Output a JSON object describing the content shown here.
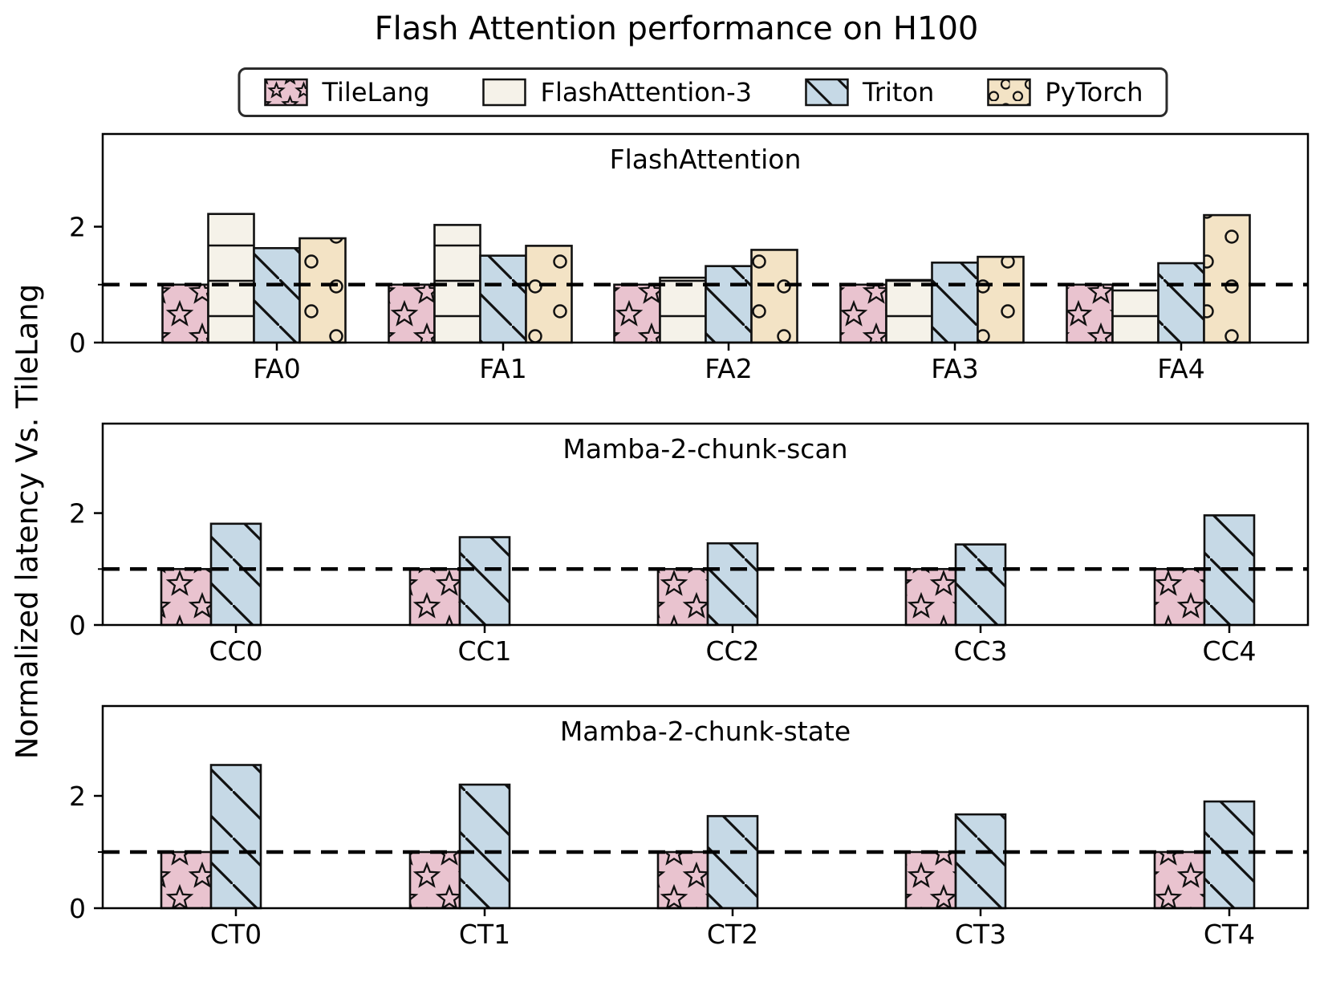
{
  "figure": {
    "title": "Flash Attention performance on H100"
  },
  "y_axis": {
    "label": "Normalized latency Vs. TileLang"
  },
  "legend": {
    "position": "top",
    "items": [
      {
        "label": "TileLang",
        "color": "#e9c3cf",
        "hatch": "star"
      },
      {
        "label": "FlashAttention-3",
        "color": "#f5f2e9",
        "hatch": "hline"
      },
      {
        "label": "Triton",
        "color": "#c6d9e6",
        "hatch": "diag"
      },
      {
        "label": "PyTorch",
        "color": "#f3e3c5",
        "hatch": "dot"
      }
    ]
  },
  "chart_data": [
    {
      "type": "bar",
      "title": "FlashAttention",
      "categories": [
        "FA0",
        "FA1",
        "FA2",
        "FA3",
        "FA4"
      ],
      "series": [
        {
          "name": "TileLang",
          "values": [
            1.0,
            1.0,
            1.0,
            1.0,
            1.0
          ]
        },
        {
          "name": "FlashAttention-3",
          "values": [
            2.22,
            2.03,
            1.12,
            1.08,
            0.9
          ]
        },
        {
          "name": "Triton",
          "values": [
            1.63,
            1.5,
            1.32,
            1.38,
            1.37
          ]
        },
        {
          "name": "PyTorch",
          "values": [
            1.8,
            1.67,
            1.6,
            1.48,
            2.2
          ]
        }
      ],
      "ylim": [
        0,
        3.6
      ],
      "yticks": [
        0,
        2
      ],
      "minor_yticks": [
        1
      ],
      "reference_line": 1.0,
      "grid": false
    },
    {
      "type": "bar",
      "title": "Mamba-2-chunk-scan",
      "categories": [
        "CC0",
        "CC1",
        "CC2",
        "CC3",
        "CC4"
      ],
      "series": [
        {
          "name": "TileLang",
          "values": [
            1.0,
            1.0,
            1.0,
            1.0,
            1.0
          ]
        },
        {
          "name": "Triton",
          "values": [
            1.81,
            1.57,
            1.46,
            1.44,
            1.96
          ]
        }
      ],
      "ylim": [
        0,
        3.6
      ],
      "yticks": [
        0,
        2
      ],
      "minor_yticks": [
        1
      ],
      "reference_line": 1.0,
      "grid": false
    },
    {
      "type": "bar",
      "title": "Mamba-2-chunk-state",
      "categories": [
        "CT0",
        "CT1",
        "CT2",
        "CT3",
        "CT4"
      ],
      "series": [
        {
          "name": "TileLang",
          "values": [
            1.0,
            1.0,
            1.0,
            1.0,
            1.0
          ]
        },
        {
          "name": "Triton",
          "values": [
            2.55,
            2.2,
            1.64,
            1.67,
            1.9
          ]
        }
      ],
      "ylim": [
        0,
        3.6
      ],
      "yticks": [
        0,
        2
      ],
      "minor_yticks": [
        1
      ],
      "reference_line": 1.0,
      "grid": false
    }
  ]
}
